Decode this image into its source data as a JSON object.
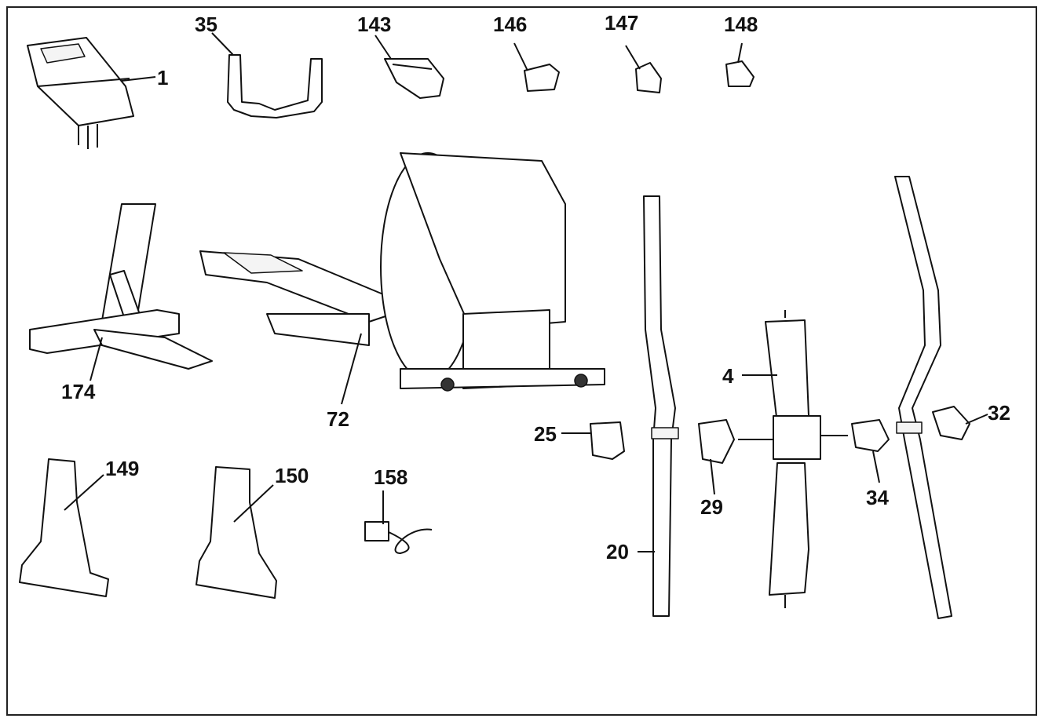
{
  "diagram": {
    "labels": {
      "p1": "1",
      "p35": "35",
      "p143": "143",
      "p146": "146",
      "p147": "147",
      "p148": "148",
      "p174": "174",
      "p72": "72",
      "p4": "4",
      "p32": "32",
      "p25": "25",
      "p29": "29",
      "p34": "34",
      "p20": "20",
      "p149": "149",
      "p150": "150",
      "p158": "158"
    },
    "colors": {
      "line": "#111111",
      "background": "#ffffff"
    }
  }
}
